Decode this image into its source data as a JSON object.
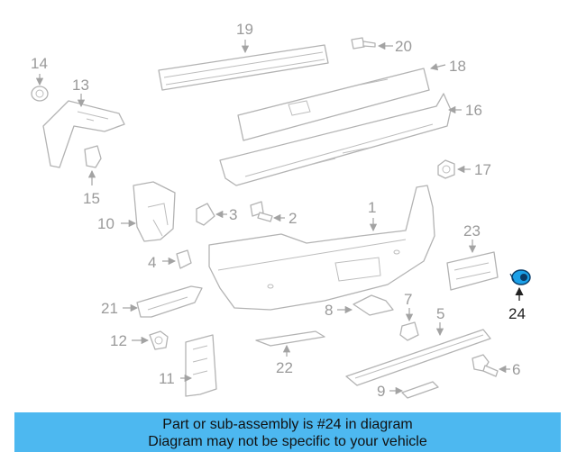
{
  "callouts": {
    "c1": "1",
    "c2": "2",
    "c3": "3",
    "c4": "4",
    "c5": "5",
    "c6": "6",
    "c7": "7",
    "c8": "8",
    "c9": "9",
    "c10": "10",
    "c11": "11",
    "c12": "12",
    "c13": "13",
    "c14": "14",
    "c15": "15",
    "c16": "16",
    "c17": "17",
    "c18": "18",
    "c19": "19",
    "c20": "20",
    "c21": "21",
    "c22": "22",
    "c23": "23",
    "c24": "24"
  },
  "highlight": {
    "part_number": "24",
    "color": "#1aa0e8"
  },
  "banner": {
    "line1": "Part or sub-assembly is #24 in diagram",
    "line2": "Diagram may not be specific to your vehicle",
    "color": "#4db8f0"
  }
}
